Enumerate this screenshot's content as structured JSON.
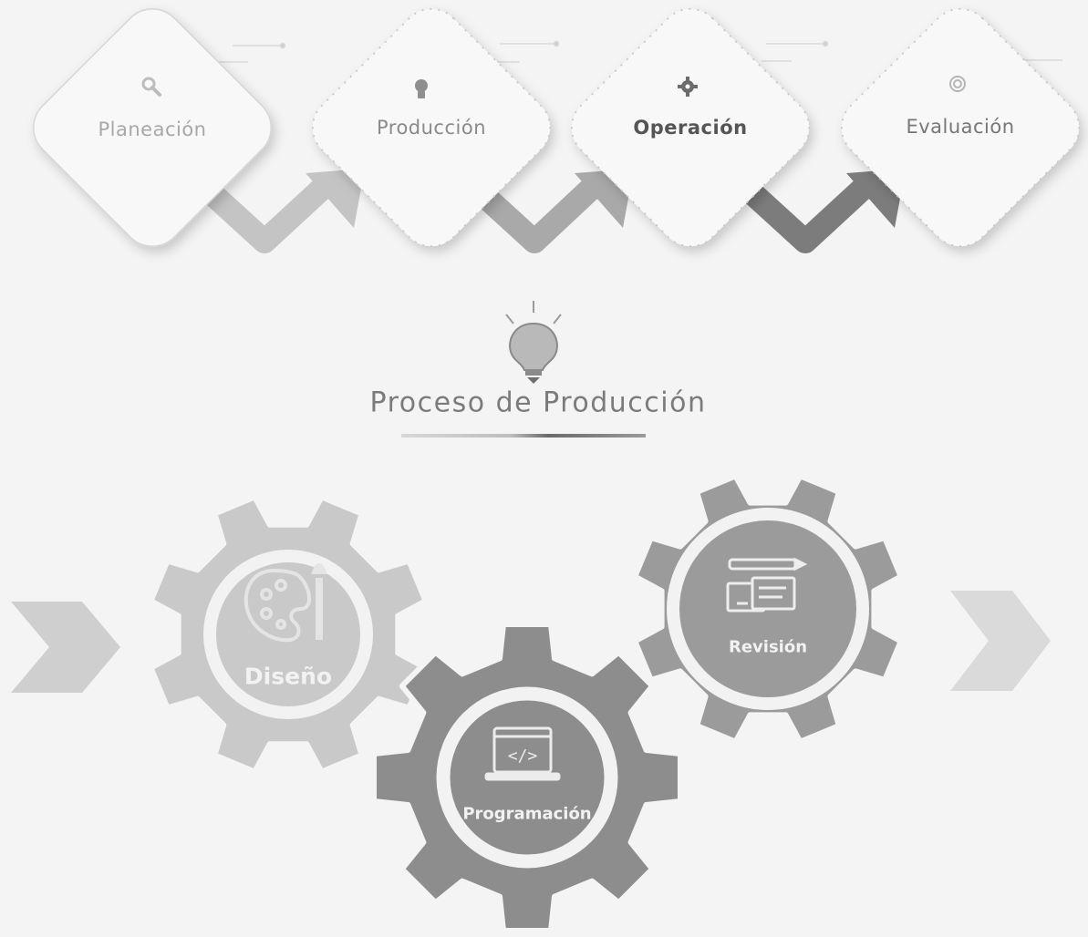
{
  "steps": [
    {
      "label": "Planeación",
      "icon": "magnifier-icon"
    },
    {
      "label": "Producción",
      "icon": "lightbulb-icon"
    },
    {
      "label": "Operación",
      "icon": "gear-small-icon"
    },
    {
      "label": "Evaluación",
      "icon": "target-icon"
    }
  ],
  "section": {
    "title": "Proceso de Producción",
    "icon": "lightbulb-icon"
  },
  "gears": [
    {
      "label": "Diseño",
      "icon": "palette-brush-icon",
      "color": "#c9c9c9"
    },
    {
      "label": "Programación",
      "icon": "code-window-icon",
      "color": "#8d8d8d"
    },
    {
      "label": "Revisión",
      "icon": "chat-pencil-icon",
      "color": "#9b9b9b"
    }
  ],
  "arrows": [
    {
      "name": "flow-in",
      "icon": "chevron-right-icon",
      "color": "#cfcfcf"
    },
    {
      "name": "flow-out",
      "icon": "chevron-right-icon",
      "color": "#dadada"
    }
  ],
  "colors": {
    "arrow_light": "#c4c4c4",
    "arrow_mid": "#a9a9a9",
    "arrow_dark": "#7c7c7c"
  }
}
